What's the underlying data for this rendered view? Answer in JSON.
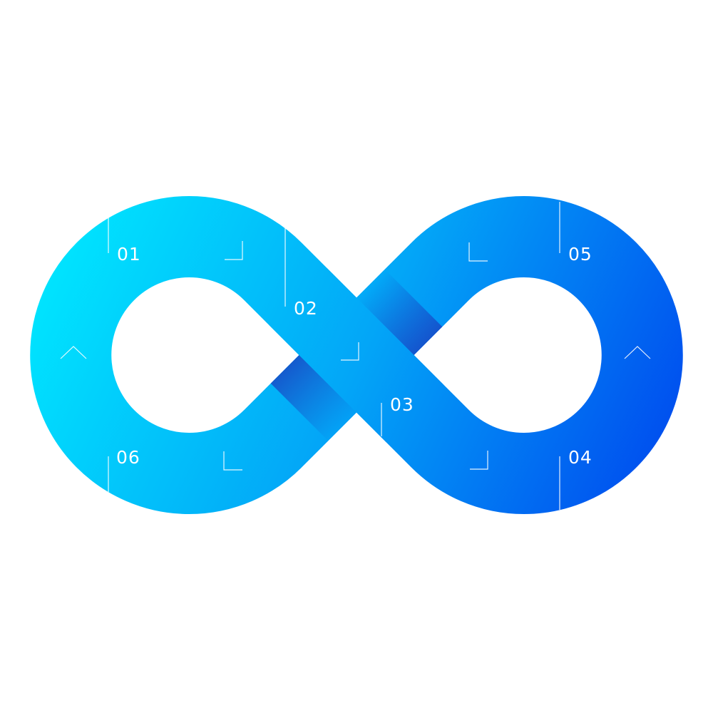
{
  "diagram": {
    "type": "infinity-loop",
    "colors": {
      "start": "#00eaff",
      "mid": "#03a6f7",
      "end": "#0046ee"
    },
    "steps": [
      {
        "label": "01"
      },
      {
        "label": "02"
      },
      {
        "label": "03"
      },
      {
        "label": "04"
      },
      {
        "label": "05"
      },
      {
        "label": "06"
      }
    ]
  }
}
